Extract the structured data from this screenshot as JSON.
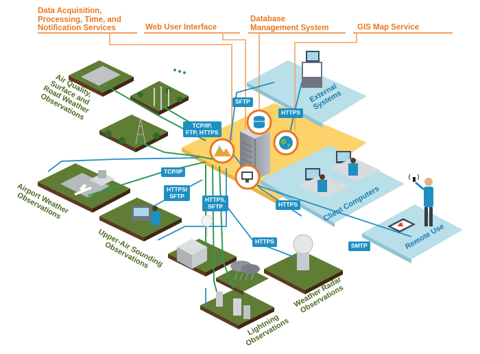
{
  "headers": {
    "data_acquisition": [
      "Data Acquisition,",
      "Processing, Time, and",
      "Notification Services"
    ],
    "web_ui": "Web User Interface",
    "database": [
      "Database",
      "Management System"
    ],
    "gis": "GIS Map Service"
  },
  "protocols": {
    "sftp": "SFTP",
    "https_top": "HTTPS",
    "tcpip_ftp": [
      "TCP/IP,",
      "FTP, HTTPS"
    ],
    "tcpip": "TCP/IP",
    "https_sftp_left": [
      "HTTPS/",
      "SFTP"
    ],
    "https_sftp_mid": [
      "HTTPS,",
      "SFTP"
    ],
    "https_client": "HTTPS",
    "https_lower": "HTTPS",
    "smtp": "SMTP"
  },
  "stations": {
    "air_quality": [
      "Air Quality,",
      "Surface and",
      "Road Weather",
      "Observations"
    ],
    "airport": [
      "Airport Weather",
      "Observations"
    ],
    "upper_air": [
      "Upper-Air Sounding",
      "Observations"
    ],
    "lightning": [
      "Lightning",
      "Observations"
    ],
    "radar": [
      "Weather Radar",
      "Observations"
    ]
  },
  "destinations": {
    "external": [
      "External",
      "Systems"
    ],
    "clients": "Client Computers",
    "remote": "Remote Use"
  },
  "colors": {
    "header_orange": "#e8781e",
    "core_yellow": "#fcd26a",
    "protocol_blue": "#1f8fc1",
    "panel_blue": "#b9dfe9",
    "grass_green": "#5f7d34",
    "soil_brown": "#5b3a1f",
    "label_green": "#4b6b1f"
  }
}
